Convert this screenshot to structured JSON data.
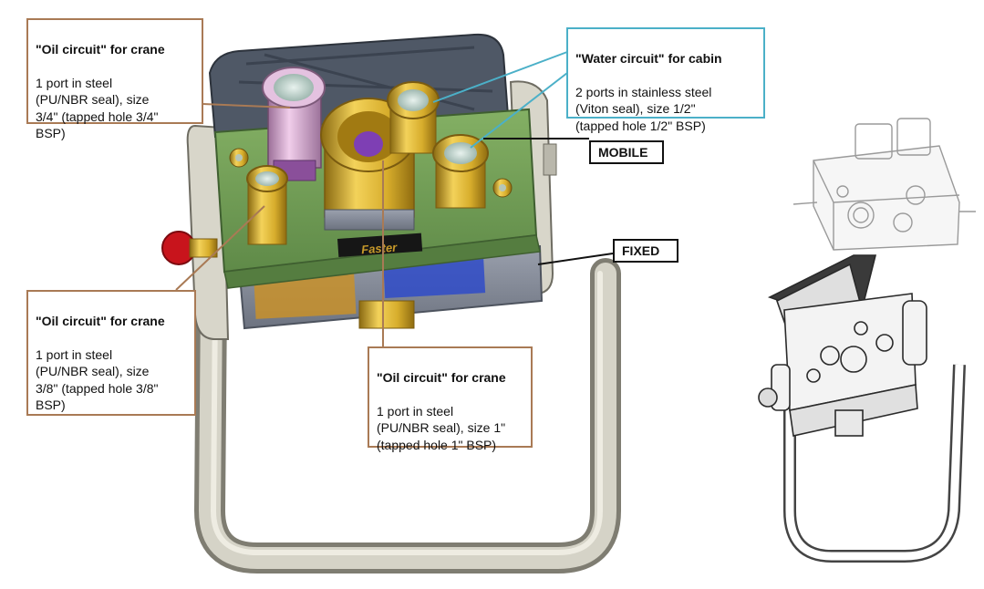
{
  "callouts": {
    "oil_top_left": {
      "heading": "\"Oil circuit\" for crane",
      "body": "1 port  in steel\n(PU/NBR seal), size\n3/4\" (tapped hole 3/4\"\nBSP)"
    },
    "water_cabin": {
      "heading": "\"Water circuit\" for cabin",
      "body": "2 ports in stainless steel\n(Viton seal), size 1/2\"\n(tapped hole 1/2\" BSP)"
    },
    "oil_bottom_left": {
      "heading": "\"Oil circuit\" for crane",
      "body": "1 port  in steel\n(PU/NBR seal), size\n3/8\" (tapped hole 3/8\"\nBSP)"
    },
    "oil_center": {
      "heading": "\"Oil circuit\" for crane",
      "body": "1 port  in steel\n(PU/NBR seal), size 1\"\n(tapped hole 1\" BSP)"
    }
  },
  "tags": {
    "mobile": "MOBILE",
    "fixed": "FIXED"
  },
  "product_brand": "Faster",
  "colors": {
    "oil_border": "#a97a55",
    "water_border": "#4bb0c8",
    "plate_green": "#6e9a55",
    "brass": "#d9b03a",
    "handle_gray": "#c9c7bb",
    "cover_gray": "#4f5866",
    "pink_port": "#d6a8d4",
    "red_knob": "#c8141c"
  }
}
